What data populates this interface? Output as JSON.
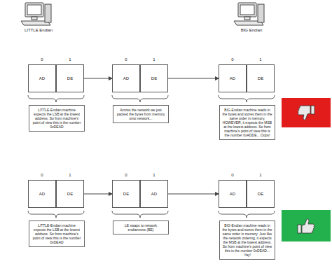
{
  "diagram": {
    "nodes": [
      {
        "text": [
          "AD"
        ]
      },
      {
        "text": [
          "DE"
        ]
      },
      {
        "text": [
          "AD"
        ]
      },
      {
        "text": [
          "DE"
        ]
      },
      {
        "text": [
          "AD"
        ]
      },
      {
        "text": [
          "DE"
        ]
      },
      {
        "text": [
          "LITTLE-Endian machine expects the LSB at the lowest address. So from machine's point of view this is the number 0xDEAD"
        ]
      },
      {
        "text": [
          "Across the network we just packed the bytes from memory onto network..."
        ]
      },
      {
        "text": [
          "BIG-Endian machine reads in the bytes and stores them in the same order in memory. HOWEVER, it expects the MSB at the lowest address. So from machine's point of view this is the number 0xADDE... Oops!"
        ]
      },
      {
        "text": [
          "AD"
        ]
      },
      {
        "text": [
          "DE"
        ]
      },
      {
        "text": [
          "DE"
        ]
      },
      {
        "text": [
          "AD"
        ]
      },
      {
        "text": [
          "AD"
        ]
      },
      {
        "text": [
          "DE"
        ]
      },
      {
        "text": [
          "LITTLE-Endian machine expects the LSB at the lowest address. So from machine's point of view this is the number 0xDEAD"
        ]
      },
      {
        "text": [
          "LE swaps to network endianness (BE)"
        ]
      },
      {
        "text": [
          "BIG-Endian machine reads in the bytes and stores them in the same order in memory. Just like the network ordering, it expects the MSB at the lowest address. So from machine's point of view this is the number 0xDEAD... Yay!"
        ]
      }
    ],
    "edges": [
      {
        "from": 1,
        "to": 2,
        "arrow": "to"
      },
      {
        "from": 3,
        "to": 4,
        "arrow": "to"
      },
      {
        "from": 10,
        "to": 11,
        "arrow": "to"
      },
      {
        "from": 12,
        "to": 13,
        "arrow": "to"
      }
    ],
    "labels": [
      "LITTLE Endian",
      "BIG Endian",
      "0",
      "1",
      "0",
      "1",
      "0",
      "1",
      "0",
      "1",
      "0",
      "1",
      "0",
      "1"
    ]
  }
}
